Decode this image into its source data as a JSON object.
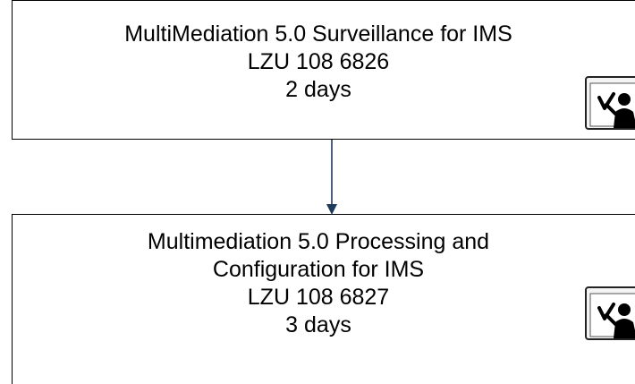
{
  "boxes": [
    {
      "lines": [
        "MultiMediation 5.0 Surveillance for IMS",
        "LZU 108 6826",
        "2 days"
      ],
      "icon": "instructor-presentation-icon"
    },
    {
      "lines": [
        "Multimediation 5.0 Processing and",
        "Configuration for IMS",
        "LZU 108 6827",
        "3 days"
      ],
      "icon": "instructor-presentation-icon"
    }
  ],
  "colors": {
    "connector": "#1f3b5c",
    "border": "#000000"
  }
}
